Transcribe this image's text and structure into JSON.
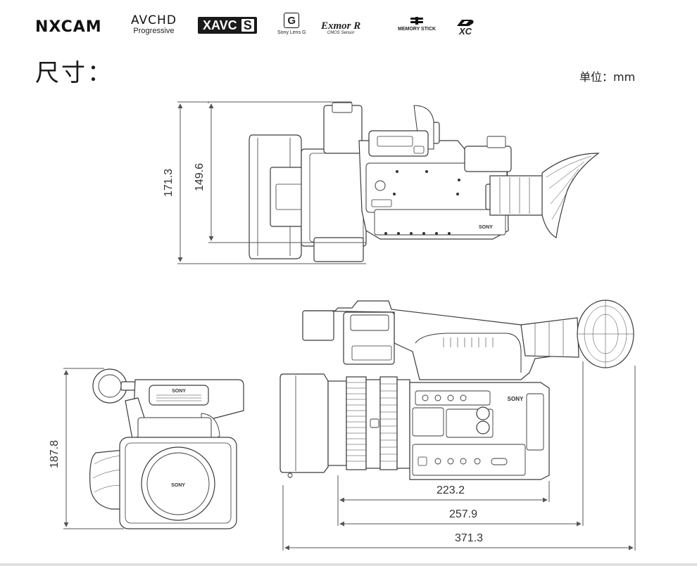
{
  "logos": {
    "nxcam": "NXCAM",
    "avchd_main": "AVCHD",
    "avchd_sub": "Progressive",
    "xavc_main": "XAVC",
    "xavc_s": "S",
    "glens_letter": "G",
    "glens_sub": "Sony Lens G",
    "exmor_main": "Exmor R",
    "exmor_sub": "CMOS Sensor",
    "memorystick": "MEMORY STICK",
    "sdxc": "XC"
  },
  "page": {
    "title": "尺寸：",
    "unit": "单位：mm"
  },
  "drawing": {
    "brand": "SONY",
    "dims": {
      "top_outer_height": "171.3",
      "top_inner_height": "149.6",
      "front_height": "187.8",
      "len_short": "223.2",
      "len_mid": "257.9",
      "len_full": "371.3"
    }
  },
  "colors": {
    "line": "#3a3a3a",
    "dim_line": "#555555",
    "fill": "#ffffff"
  }
}
